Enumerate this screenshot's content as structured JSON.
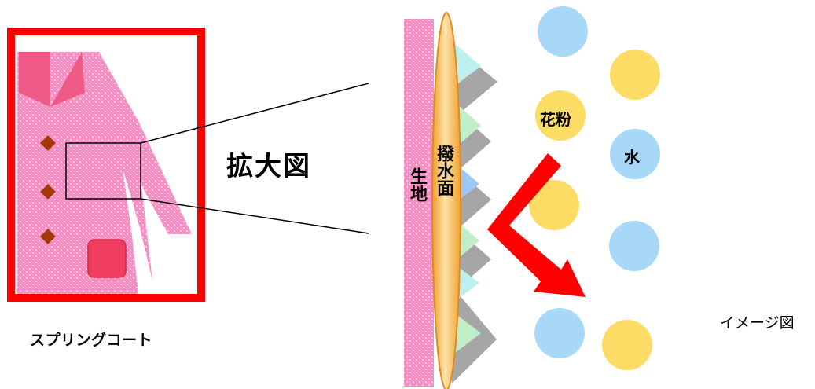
{
  "coat": {
    "caption": "スプリングコート",
    "frame_color": "#ff0000",
    "fabric_color": "#f58fc4"
  },
  "zoom_title": "拡大図",
  "cross_section": {
    "fabric_label": "生地",
    "repellent_label": "撥水面",
    "fabric_color": "#f58fc4",
    "repellent_color": "#f5b040"
  },
  "particles": {
    "pollen_label": "花粉",
    "water_label": "水",
    "pollen_color": "#fddc66",
    "water_color": "#a8d8f8"
  },
  "deflect_arrow_color": "#ff0000",
  "image_caption": "イメージ図"
}
